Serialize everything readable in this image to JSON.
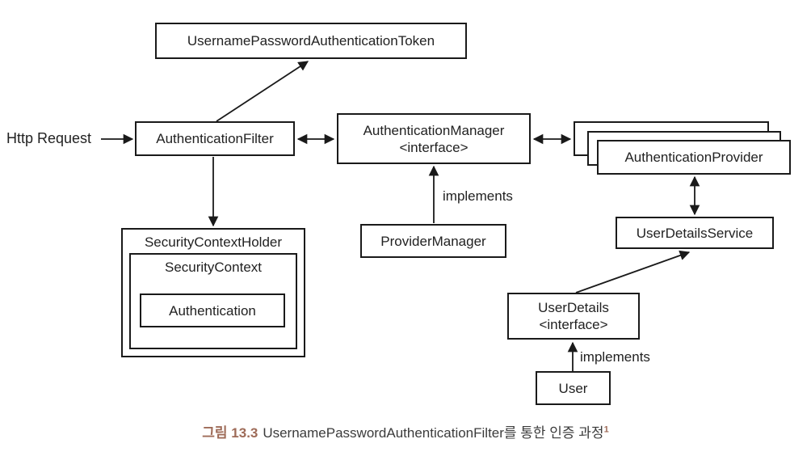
{
  "nodes": {
    "token": "UsernamePasswordAuthenticationToken",
    "filter": "AuthenticationFilter",
    "manager_name": "AuthenticationManager",
    "manager_stereotype": "<interface>",
    "provider": "AuthenticationProvider",
    "user_details_service": "UserDetailsService",
    "security_context_holder": "SecurityContextHolder",
    "security_context": "SecurityContext",
    "authentication": "Authentication",
    "provider_manager": "ProviderManager",
    "user_details_name": "UserDetails",
    "user_details_stereotype": "<interface>",
    "user": "User"
  },
  "labels": {
    "http_request": "Http Request",
    "implements_provider_manager": "implements",
    "implements_user": "implements"
  },
  "caption": {
    "figure_label": "그림 13.3",
    "title": "UsernamePasswordAuthenticationFilter를 통한 인증 과정",
    "footnote_marker": "1"
  },
  "colors": {
    "line": "#1a1a1a",
    "caption_accent": "#9e6b58",
    "background": "#ffffff"
  }
}
